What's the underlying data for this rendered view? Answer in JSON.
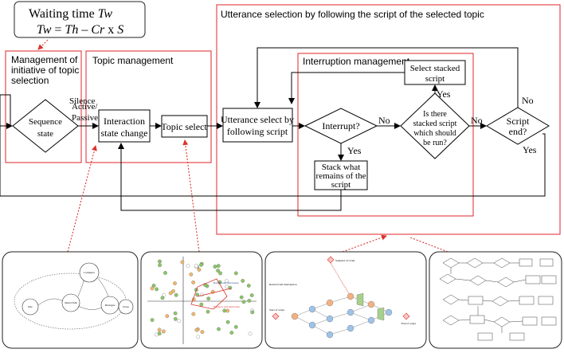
{
  "formula": {
    "title_prefix": "Waiting time ",
    "title_var": "Tw",
    "eq_lhs": "Tw",
    "eq_mid": " = ",
    "eq_th": "Th",
    "eq_minus": " – ",
    "eq_cr": "Cr",
    "eq_x": " x ",
    "eq_s": "S"
  },
  "sections": {
    "initiative": [
      "Management of",
      "initiative of topic",
      "selection"
    ],
    "topic_management": "Topic management",
    "utterance_selection": "Utterance selection by following the script of the selected topic",
    "interruption_management": "Interruption management"
  },
  "nodes": {
    "sequence_state": [
      "Sequence",
      "state"
    ],
    "interaction_state_change": [
      "Interaction",
      "state change"
    ],
    "topic_select": "Topic select",
    "utterance_select": [
      "Utterance select by",
      "following script"
    ],
    "interrupt": "Interrupt?",
    "stacked_question": [
      "Is there",
      "stacked script",
      "which should",
      "be run?"
    ],
    "select_stacked": [
      "Select stacked",
      "script"
    ],
    "stack_remains": [
      "Stack what",
      "remains of the",
      "script"
    ],
    "script_end": [
      "Script",
      "end?"
    ]
  },
  "edge_labels": {
    "silence": "Silence",
    "active_passive": [
      "Active/",
      "Passive"
    ],
    "no_interrupt": "No",
    "yes_interrupt": "Yes",
    "no_stacked": "No",
    "yes_stacked": "Yes",
    "no_end": "No",
    "yes_end": "Yes"
  },
  "thumb1": {
    "states": [
      "Idle",
      "Initial Talk",
      "Computer",
      "Dialogue",
      "Close"
    ]
  },
  "thumb2": {
    "labels": [
      "Robot's self disclosure",
      "Partner's self disclosure"
    ]
  },
  "thumb3": {
    "labels": [
      "Suspend of script",
      "Return from interruption",
      "Start of script",
      "End of script"
    ]
  },
  "colors": {
    "section_border": "#e0262a",
    "pointer": "#d9342b",
    "line": "#000000"
  }
}
